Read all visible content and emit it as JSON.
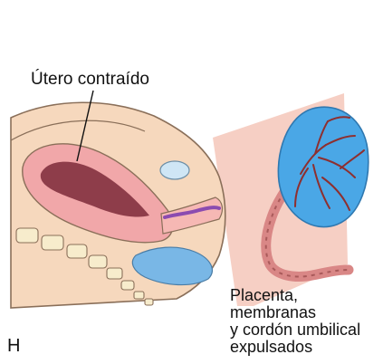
{
  "labels": {
    "uterus": "Útero contraído",
    "expelled": [
      "Placenta,",
      "membranas",
      "y cordón umbilical",
      "expulsados"
    ]
  },
  "panel_letter": "H",
  "colors": {
    "skin": "#f6d8bd",
    "skin_outline": "#8a6f59",
    "uterus_wall": "#f1a7a9",
    "uterus_cavity": "#8e3d4a",
    "cord": "#d98786",
    "placenta": "#4aa7e6",
    "vessels": "#8e2f2f",
    "bladder": "#cfe6f5",
    "spine": "#f7eccc",
    "cervix_purple": "#8b4bb0",
    "background_panel": "#f6cfc4"
  }
}
